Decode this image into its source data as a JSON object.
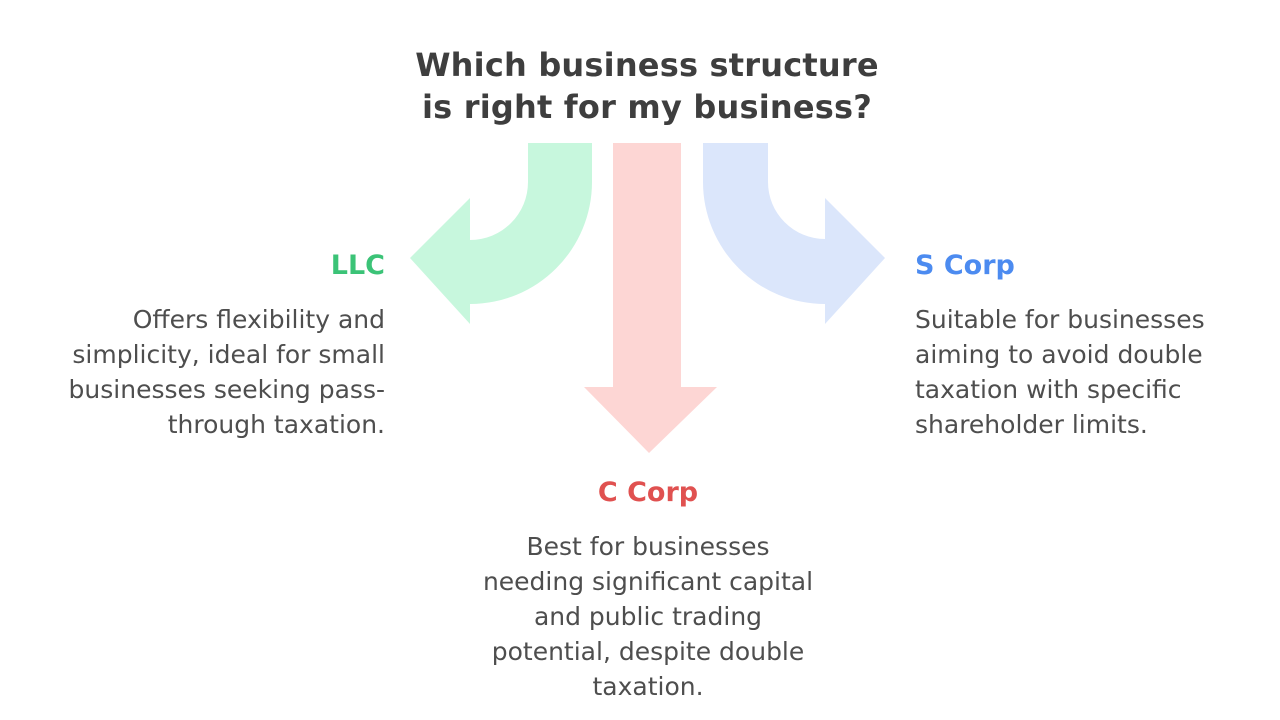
{
  "title": "Which business structure\nis right for my business?",
  "colors": {
    "background": "#ffffff",
    "title_text": "#3e3e3e",
    "body_text": "#4e4e4e"
  },
  "branches": [
    {
      "id": "llc",
      "label": "LLC",
      "label_color": "#3bc377",
      "arrow_color": "#c7f7dd",
      "direction": "left",
      "description": "Offers flexibility and\nsimplicity, ideal for small\nbusinesses seeking pass-\nthrough taxation."
    },
    {
      "id": "c-corp",
      "label": "C Corp",
      "label_color": "#e05150",
      "arrow_color": "#fdd6d4",
      "direction": "down",
      "description": "Best for businesses\nneeding significant capital\nand public trading\npotential, despite double\ntaxation."
    },
    {
      "id": "s-corp",
      "label": "S Corp",
      "label_color": "#4c8bf0",
      "arrow_color": "#dbe6fb",
      "direction": "right",
      "description": "Suitable for businesses\naiming to avoid double\ntaxation with specific\nshareholder limits."
    }
  ]
}
